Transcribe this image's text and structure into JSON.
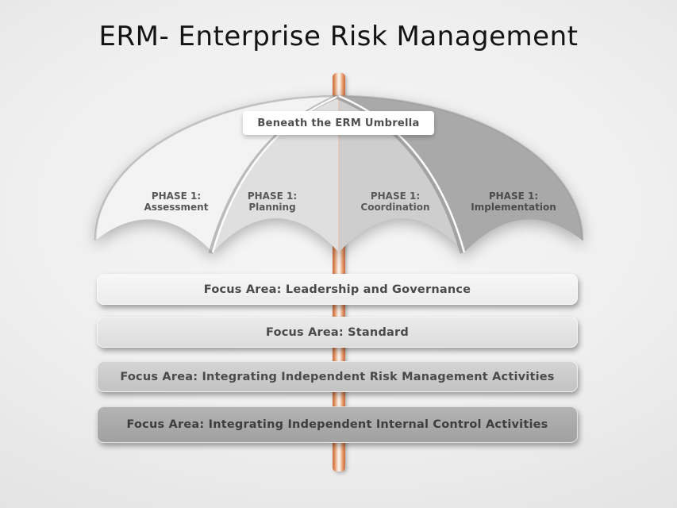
{
  "title": "ERM- Enterprise Risk Management",
  "umbrella": {
    "label": "Beneath the ERM Umbrella",
    "pole_color": "#d97d4e",
    "segments": [
      {
        "phase": "PHASE 1:",
        "name": "Assessment",
        "color": "#f3f3f3"
      },
      {
        "phase": "PHASE 1:",
        "name": "Planning",
        "color": "#dfdfdf"
      },
      {
        "phase": "PHASE 1:",
        "name": "Coordination",
        "color": "#cecece"
      },
      {
        "phase": "PHASE 1:",
        "name": "Implementation",
        "color": "#a9a9a9"
      }
    ]
  },
  "focus_areas": [
    {
      "label": "Focus Area: Leadership and Governance",
      "color": "#f0f0f0"
    },
    {
      "label": "Focus Area: Standard",
      "color": "#e2e2e2"
    },
    {
      "label": "Focus Area: Integrating Independent Risk Management Activities",
      "color": "#c9c9c9"
    },
    {
      "label": "Focus Area: Integrating Independent Internal Control Activities",
      "color": "#a9a9a9"
    }
  ]
}
